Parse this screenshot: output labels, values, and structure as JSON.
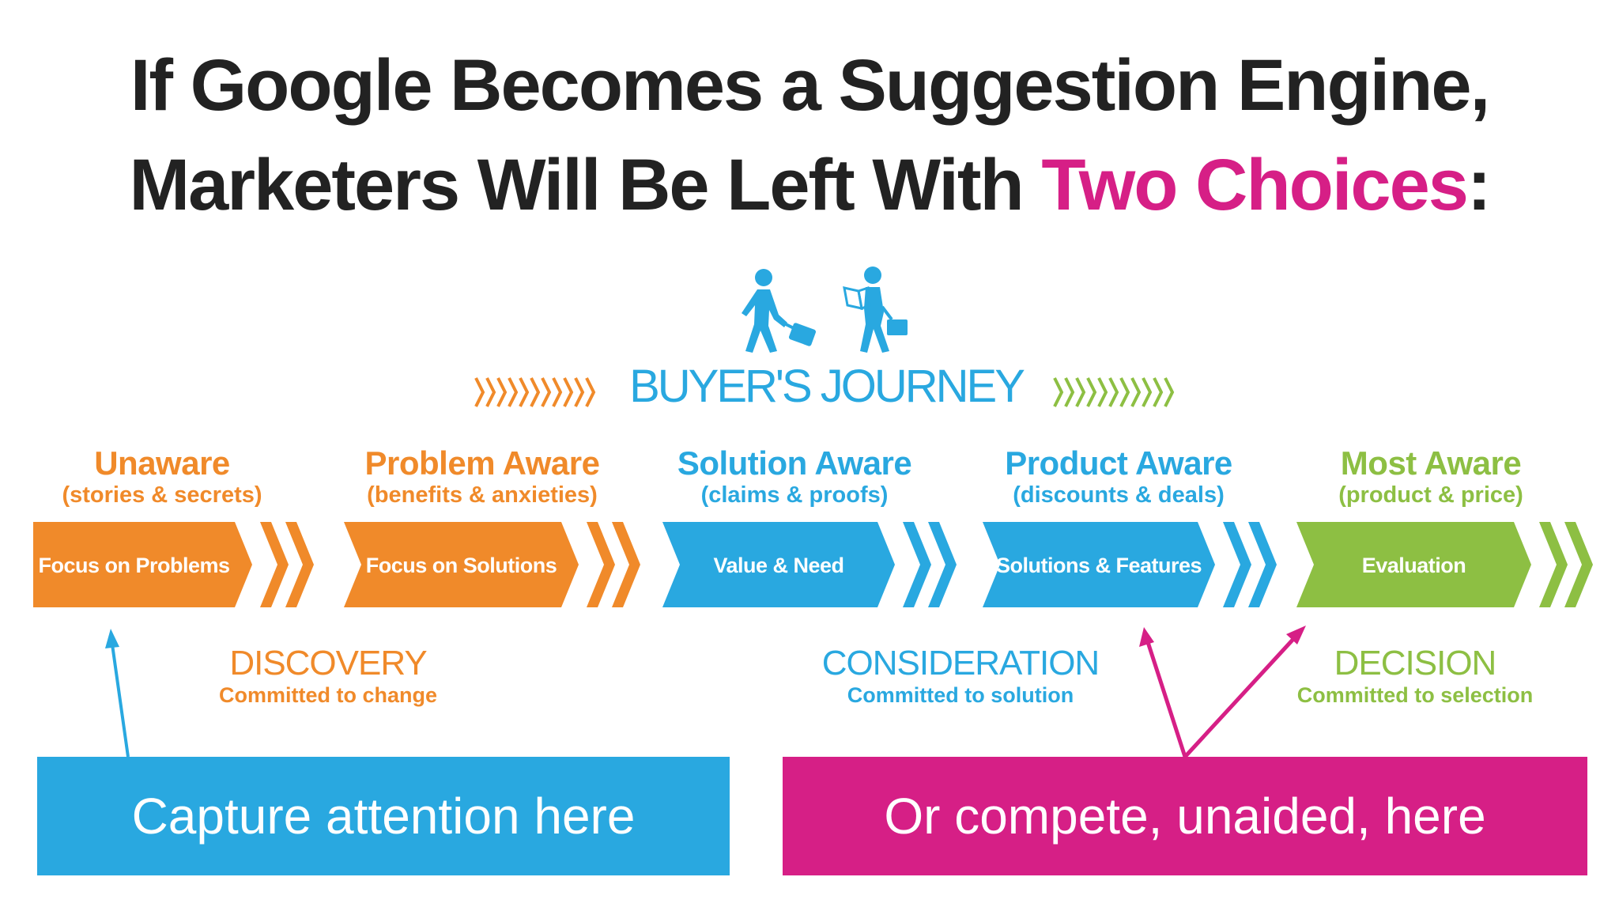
{
  "title": {
    "line1": "If Google Becomes a Suggestion Engine,",
    "line2_prefix": "Marketers Will Be Left With ",
    "line2_accent": "Two Choices",
    "line2_suffix": ":"
  },
  "journey_label": "BUYER'S JOURNEY",
  "colors": {
    "orange": "#f08a2a",
    "blue": "#29a8e0",
    "green": "#8dbf43",
    "magenta": "#d61f86",
    "title": "#222222"
  },
  "stages": [
    {
      "name": "Unaware",
      "sub": "(stories & secrets)",
      "band": "Focus on Problems",
      "color": "#f08a2a"
    },
    {
      "name": "Problem Aware",
      "sub": "(benefits & anxieties)",
      "band": "Focus on Solutions",
      "color": "#f08a2a"
    },
    {
      "name": "Solution Aware",
      "sub": "(claims & proofs)",
      "band": "Value & Need",
      "color": "#29a8e0"
    },
    {
      "name": "Product Aware",
      "sub": "(discounts & deals)",
      "band": "Solutions & Features",
      "color": "#29a8e0"
    },
    {
      "name": "Most Aware",
      "sub": "(product & price)",
      "band": "Evaluation",
      "color": "#8dbf43"
    }
  ],
  "phases": [
    {
      "name": "DISCOVERY",
      "sub": "Committed to change",
      "color": "#f08a2a"
    },
    {
      "name": "CONSIDERATION",
      "sub": "Committed to solution",
      "color": "#29a8e0"
    },
    {
      "name": "DECISION",
      "sub": "Committed to selection",
      "color": "#8dbf43"
    }
  ],
  "boxes": {
    "left": "Capture attention here",
    "right": "Or compete, unaided, here"
  },
  "icons": [
    "traveler-with-suitcase-icon",
    "traveler-with-map-icon"
  ]
}
